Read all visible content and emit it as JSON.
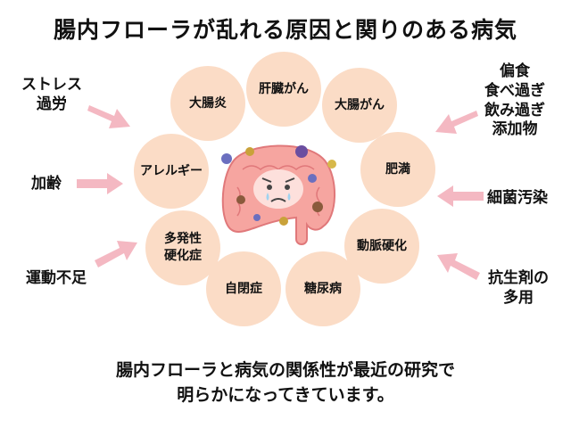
{
  "title": "腸内フローラが乱れる原因と関りのある病気",
  "diseases": {
    "liver_cancer": "肝臓がん",
    "colon_inflammation": "大腸炎",
    "colon_cancer": "大腸がん",
    "allergy": "アレルギー",
    "obesity": "肥満",
    "multiple_sclerosis": "多発性\n硬化症",
    "arteriosclerosis": "動脈硬化",
    "autism": "自閉症",
    "diabetes": "糖尿病"
  },
  "causes": {
    "stress": "ストレス\n過労",
    "aging": "加齢",
    "lack_of_exercise": "運動不足",
    "diet": "偏食\n食べ過ぎ\n飲み過ぎ\n添加物",
    "bacterial_contamination": "細菌汚染",
    "antibiotics": "抗生剤の\n多用"
  },
  "footer": {
    "line1": "腸内フローラと病気の関係性が最近の研究で",
    "line2": "明らかになってきています。"
  },
  "colors": {
    "circle": "#fbdcc6",
    "arrow": "#f4b8c2",
    "intestine": "#f6a5a0",
    "intestine_outline": "#e0787a"
  }
}
